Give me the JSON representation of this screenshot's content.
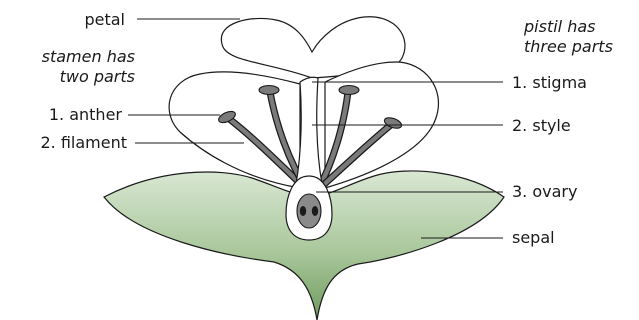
{
  "labels": {
    "petal": "petal",
    "stamen_line1": "stamen has",
    "stamen_line2": "two parts",
    "anther": "1. anther",
    "filament": "2. filament",
    "pistil_line1": "pistil has",
    "pistil_line2": "three parts",
    "stigma": "1. stigma",
    "style": "2. style",
    "ovary": "3. ovary",
    "sepal": "sepal"
  },
  "colors": {
    "sepal_light": "#d9e7d3",
    "sepal_dark": "#6f9b5e",
    "stamen_fill": "#7a7a7a",
    "petal_fill": "#ffffff",
    "stroke": "#1a1a1a"
  }
}
